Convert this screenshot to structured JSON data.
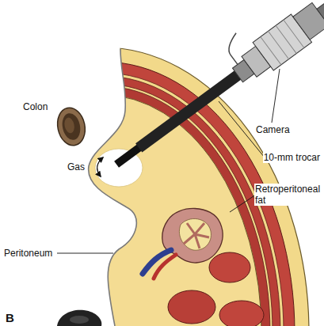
{
  "diagram": {
    "labels": [
      "Camera",
      "10-mm trocar",
      "Colon",
      "Gas",
      "Retroperitoneal fat",
      "Peritoneum",
      "B"
    ]
  }
}
